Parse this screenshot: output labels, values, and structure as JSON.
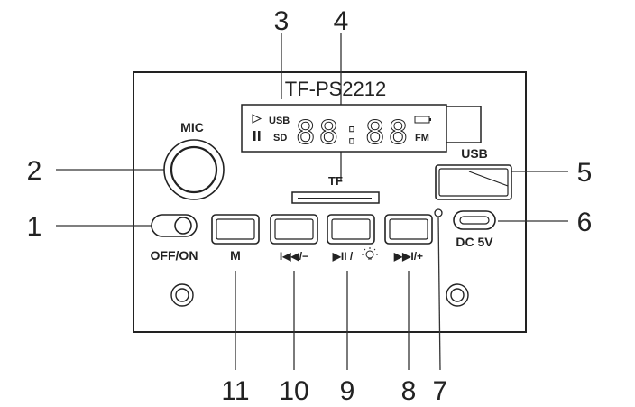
{
  "model_title": "TF-PS2212",
  "labels": {
    "mic": "MIC",
    "tf": "TF",
    "usb_port": "USB",
    "switch": "OFF/ON",
    "dc": "DC 5V",
    "display_usb": "USB",
    "display_sd": "SD",
    "display_fm": "FM",
    "display_digits": "88:88"
  },
  "button_labels": {
    "mode": "M",
    "prev": "I◀◀/−",
    "play": "▶II /",
    "next": "▶▶I/+"
  },
  "callouts": [
    "1",
    "2",
    "3",
    "4",
    "5",
    "6",
    "7",
    "8",
    "9",
    "10",
    "11"
  ],
  "colors": {
    "stroke": "#222222",
    "background": "#ffffff"
  }
}
